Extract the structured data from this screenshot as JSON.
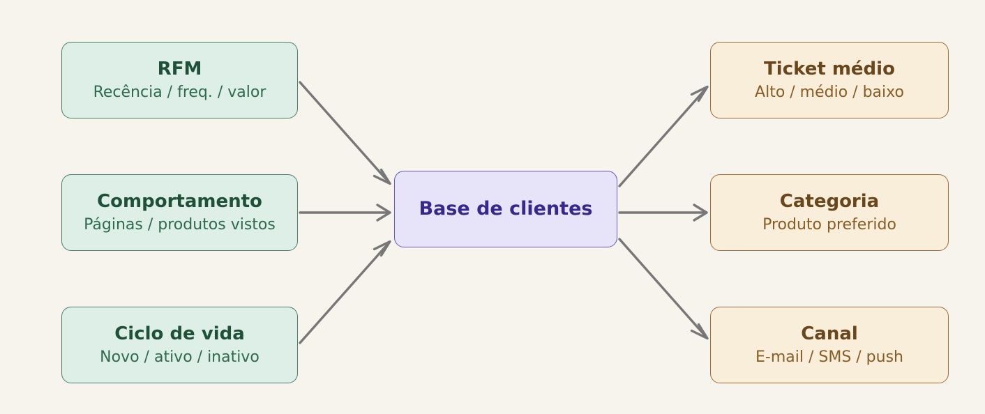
{
  "diagram": {
    "center": {
      "title": "Base de clientes"
    },
    "inputs": [
      {
        "title": "RFM",
        "subtitle": "Recência / freq. / valor"
      },
      {
        "title": "Comportamento",
        "subtitle": "Páginas / produtos vistos"
      },
      {
        "title": "Ciclo de vida",
        "subtitle": "Novo / ativo / inativo"
      }
    ],
    "outputs": [
      {
        "title": "Ticket médio",
        "subtitle": "Alto / médio / baixo"
      },
      {
        "title": "Categoria",
        "subtitle": "Produto preferido"
      },
      {
        "title": "Canal",
        "subtitle": "E-mail / SMS / push"
      }
    ],
    "colors": {
      "background": "#f7f4ed",
      "input_fill": "#ddefe6",
      "input_border": "#4d7d6a",
      "input_title": "#1f5038",
      "input_subtitle": "#2e6b4e",
      "center_fill": "#e7e4f9",
      "center_border": "#6457c8",
      "center_text": "#36288c",
      "output_fill": "#f8eeda",
      "output_border": "#9c6d35",
      "output_title": "#6a461c",
      "output_subtitle": "#8a5c25",
      "arrow": "#777777"
    }
  }
}
